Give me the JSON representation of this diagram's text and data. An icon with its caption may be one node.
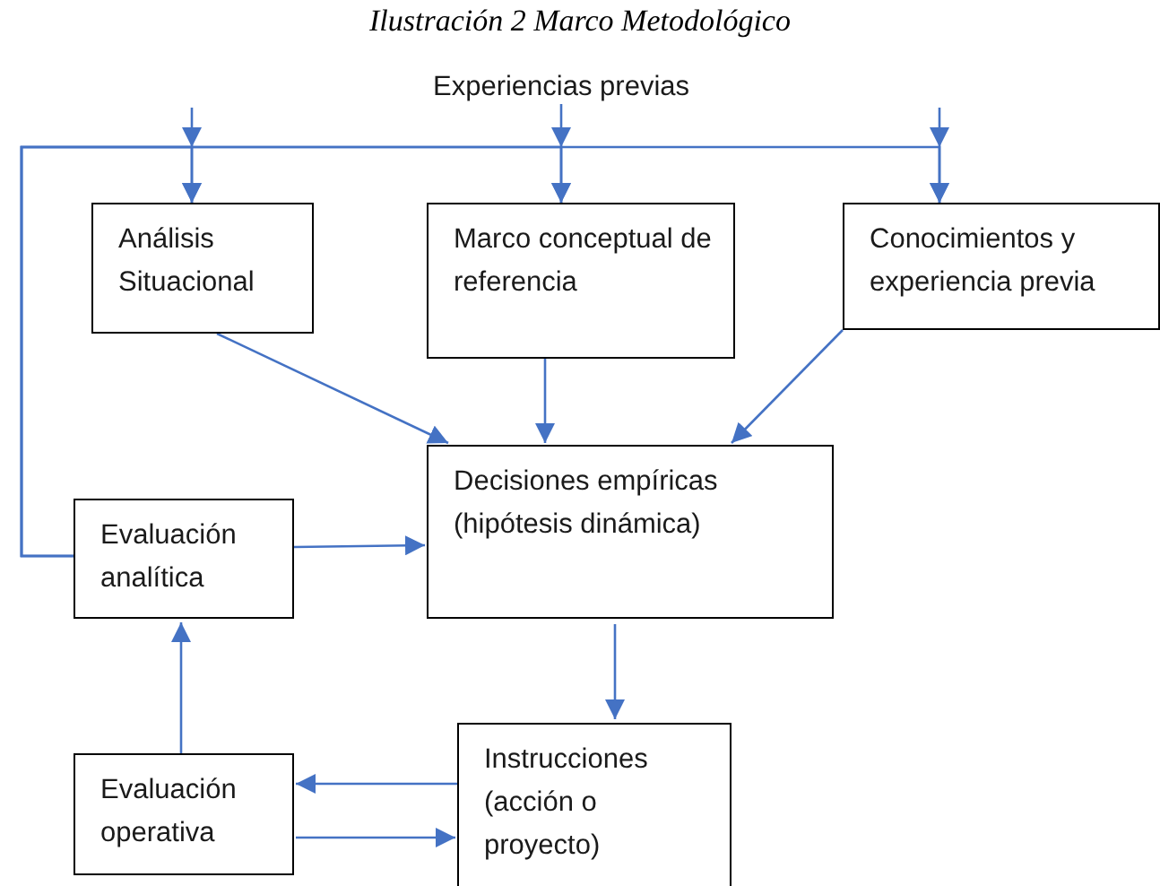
{
  "diagram": {
    "title": "Ilustración 2 Marco Metodológico",
    "nodes": [
      {
        "text": [
          "Experiencias previas"
        ]
      },
      {
        "text": [
          "Análisis Situacional"
        ]
      },
      {
        "text": [
          "Marco conceptual de referencia"
        ]
      },
      {
        "text": [
          "Conocimientos y experiencia previa"
        ]
      },
      {
        "text": [
          "Decisiones empíricas (hipótesis dinámica)"
        ]
      },
      {
        "text": [
          "Evaluación analítica"
        ]
      },
      {
        "text": [
          "Instrucciones (acción o proyecto)"
        ]
      },
      {
        "text": [
          "Evaluación operativa"
        ]
      }
    ],
    "edges": [
      {
        "from": null,
        "to": 1,
        "arrow": "to"
      },
      {
        "from": 0,
        "to": 2,
        "arrow": "to"
      },
      {
        "from": null,
        "to": 3,
        "arrow": "to"
      },
      {
        "from": 5,
        "to": 1,
        "arrow": "to"
      },
      {
        "from": 5,
        "to": 2,
        "arrow": "to"
      },
      {
        "from": 5,
        "to": 3,
        "arrow": "to"
      },
      {
        "from": 1,
        "to": 4,
        "arrow": "to"
      },
      {
        "from": 2,
        "to": 4,
        "arrow": "to"
      },
      {
        "from": 3,
        "to": 4,
        "arrow": "to"
      },
      {
        "from": 5,
        "to": 4,
        "arrow": "to"
      },
      {
        "from": 4,
        "to": 6,
        "arrow": "to"
      },
      {
        "from": 6,
        "to": 7,
        "arrow": "to"
      },
      {
        "from": 7,
        "to": 6,
        "arrow": "to"
      },
      {
        "from": 7,
        "to": 5,
        "arrow": "to"
      }
    ]
  }
}
